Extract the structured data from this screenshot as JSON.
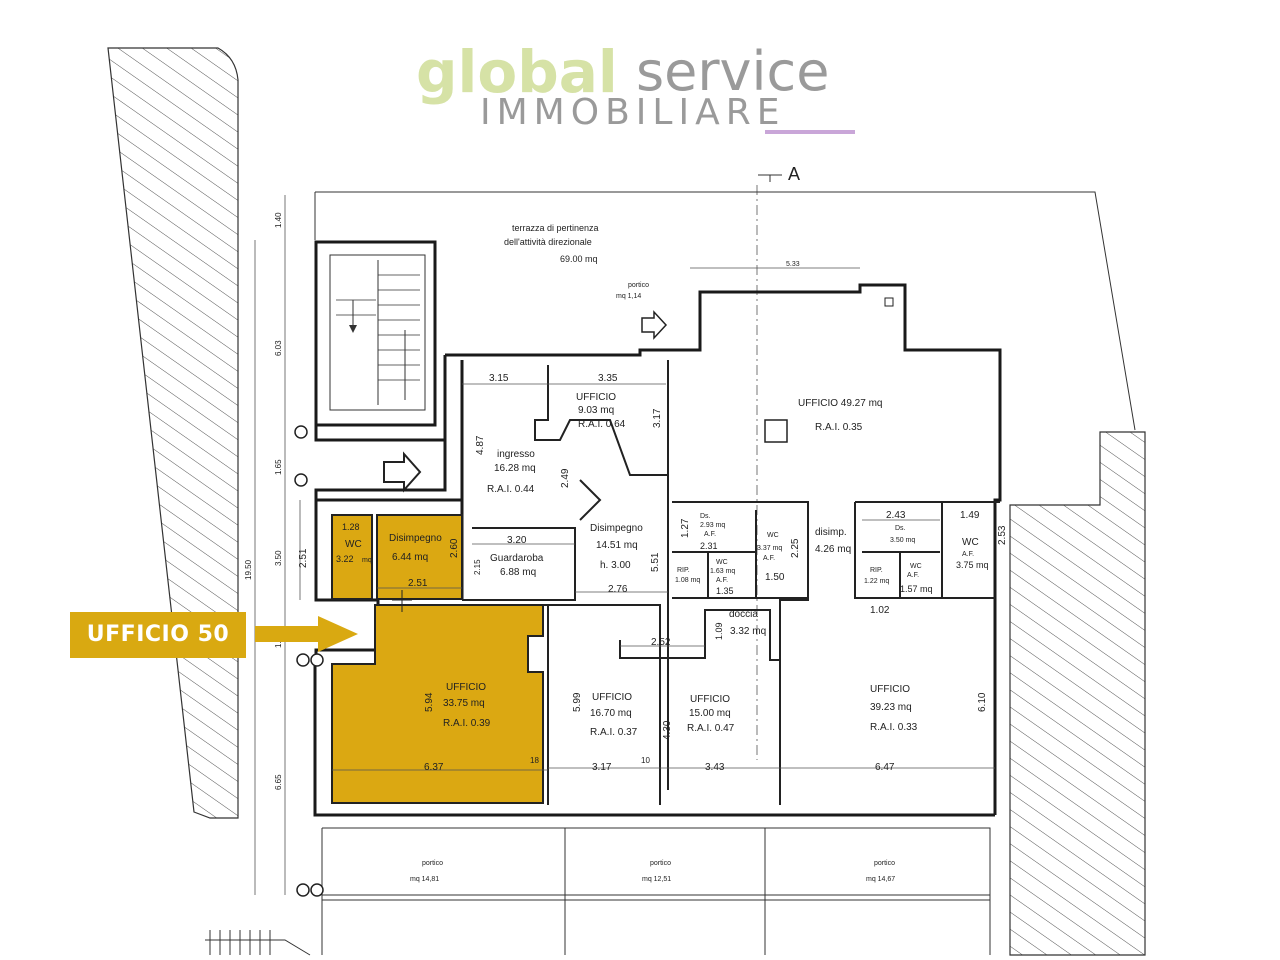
{
  "logo": {
    "brand_part1": "global",
    "brand_part2": "service",
    "brand_sub": "IMMOBILIARE"
  },
  "callout": {
    "label": "UFFICIO 50"
  },
  "section_marker": "A",
  "terrace": {
    "line1": "terrazza di pertinenza",
    "line2": "dell'attività direzionale",
    "area": "69.00 mq"
  },
  "porch_top": {
    "label": "portico",
    "area": "mq 1,14"
  },
  "rooms": {
    "ufficio_top_small": {
      "name": "UFFICIO",
      "area": "9.03 mq",
      "rai": "R.A.I. 0.64"
    },
    "ufficio_large_top": {
      "name": "UFFICIO 49.27 mq",
      "rai": "R.A.I. 0.35"
    },
    "ingresso": {
      "name": "ingresso",
      "area": "16.28 mq",
      "rai": "R.A.I. 0.44"
    },
    "disimpegno_center": {
      "name": "Disimpegno",
      "area": "14.51 mq",
      "height": "h. 3.00"
    },
    "guardaroba": {
      "name": "Guardaroba",
      "area": "6.88 mq"
    },
    "wc_small_left": {
      "area1": "1.28",
      "name": "WC",
      "area2": "3.22",
      "unit": "mq"
    },
    "disimpegno_left": {
      "name": "Disimpegno",
      "area": "6.44 mq"
    },
    "ufficio_50": {
      "name": "UFFICIO",
      "area": "33.75 mq",
      "rai": "R.A.I. 0.39"
    },
    "ufficio_1670": {
      "name": "UFFICIO",
      "area": "16.70 mq",
      "rai": "R.A.I. 0.37"
    },
    "ufficio_1500": {
      "name": "UFFICIO",
      "area": "15.00 mq",
      "rai": "R.A.I. 0.47"
    },
    "ufficio_3923": {
      "name": "UFFICIO",
      "area": "39.23 mq",
      "rai": "R.A.I. 0.33"
    },
    "doccia": {
      "name": "doccia",
      "area": "3.32 mq"
    },
    "disimp_right": {
      "name": "disimp.",
      "area": "4.26 mq"
    },
    "ds_center": {
      "name": "Ds.",
      "area": "2.93 mq",
      "af": "A.F."
    },
    "wc_center": {
      "name": "WC",
      "area": "3.37 mq",
      "af": "A.F."
    },
    "rip_center": {
      "name": "RIP.",
      "area": "1.08 mq"
    },
    "wc_center2": {
      "name": "WC",
      "area": "1.63 mq",
      "af": "A.F."
    },
    "ds_right": {
      "name": "Ds.",
      "area": "3.50 mq"
    },
    "wc_right": {
      "name": "WC",
      "af": "A.F.",
      "area": "3.75 mq"
    },
    "rip_right": {
      "name": "RIP.",
      "area": "1.22 mq"
    },
    "wc_right2": {
      "name": "WC",
      "af": "A.F.",
      "area": "1.57 mq"
    }
  },
  "porches_bottom": [
    {
      "label": "portico",
      "area": "mq 14,81"
    },
    {
      "label": "portico",
      "area": "mq 12,51"
    },
    {
      "label": "portico",
      "area": "mq 14,67"
    }
  ],
  "dims": {
    "d315": "3.15",
    "d335": "3.35",
    "d487": "4.87",
    "d317v": "3.17",
    "d249": "2.49",
    "d320": "3.20",
    "d276": "2.76",
    "d551": "5.51",
    "d252": "2.52",
    "d127": "1.27",
    "d231": "2.31",
    "d225": "2.25",
    "d150": "1.50",
    "d135": "1.35",
    "d109": "1.09",
    "d243": "2.43",
    "d149": "1.49",
    "d253": "2.53",
    "d102": "1.02",
    "d251v": "2.51",
    "d260": "2.60",
    "d251h": "2.51",
    "d215": "2.15",
    "d594": "5.94",
    "d637": "6.37",
    "d18": "18",
    "d599": "5.99",
    "d430": "4.30",
    "d317h": "3.17",
    "d10": "10",
    "d343": "3.43",
    "d647": "6.47",
    "d610": "6.10",
    "d533": "5.33",
    "side_140": "1.40",
    "side_603": "6.03",
    "side_165": "1.65",
    "side_350": "3.50",
    "side_158": "1.58",
    "side_665": "6.65",
    "side_1950": "19.50"
  }
}
